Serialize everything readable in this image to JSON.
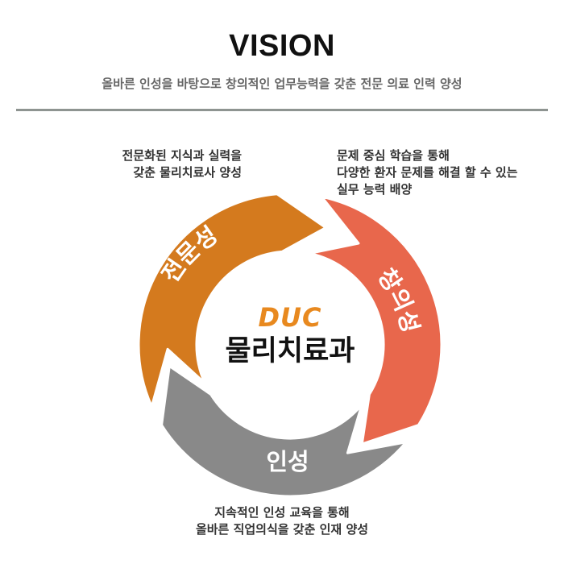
{
  "header": {
    "title": "VISION",
    "subtitle": "올바른 인성을 바탕으로 창의적인 업무능력을 갖춘 전문 의료 인력 양성"
  },
  "center": {
    "brand": "DUC",
    "name": "물리치료과"
  },
  "segments": {
    "expertise": {
      "label": "전문성",
      "color": "#d47a1e"
    },
    "creativity": {
      "label": "창의성",
      "color": "#e8674c"
    },
    "character": {
      "label": "인성",
      "color": "#898989"
    }
  },
  "notes": {
    "expertise": [
      "전문화된 지식과 실력을",
      "갖춘 물리치료사 양성"
    ],
    "creativity": [
      "문제 중심 학습을 통해",
      "다양한 환자 문제를 해결 할 수 있는",
      "실무 능력 배양"
    ],
    "character": [
      "지속적인 인성 교육을 통해",
      "올바른 직업의식을 갖춘 인재 양성"
    ]
  },
  "colors": {
    "divider": "#8e9491",
    "brand": "#e8891f"
  }
}
